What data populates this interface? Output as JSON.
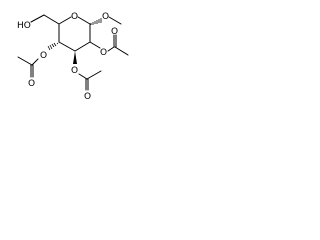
{
  "molecule": {
    "atoms": {
      "ring_oxygen": "O",
      "methoxy_oxygen": "O",
      "hydroxymethyl_hydroxyl": "HO",
      "c2_ester_oxygen": "O",
      "c2_carbonyl_oxygen": "O",
      "c3_ester_oxygen": "O",
      "c3_carbonyl_oxygen": "O",
      "c4_ester_oxygen": "O",
      "c4_carbonyl_oxygen": "O"
    }
  }
}
